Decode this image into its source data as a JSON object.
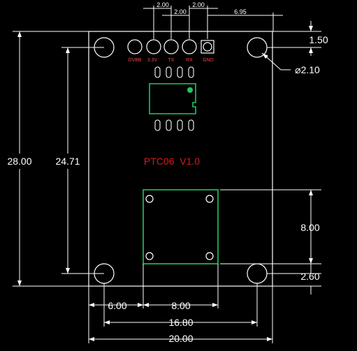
{
  "board": {
    "title": "PTC06  V1.0",
    "pin_labels": [
      "DVBB",
      "3.3V",
      "TX",
      "RX",
      "GND"
    ]
  },
  "dimensions": {
    "pitch_1": "2.00",
    "pitch_2": "2.00",
    "pitch_3": "2.00",
    "pin_to_edge": "6.95",
    "top_offset": "1.50",
    "hole_diameter": "⌀2.10",
    "height_total": "28.00",
    "height_holes": "24.71",
    "sensor_size": "8.00",
    "bottom_offset": "2.60",
    "sensor_left": "6.00",
    "sensor_width": "8.00",
    "hole_spacing": "16.80",
    "width_total": "20.00"
  },
  "colors": {
    "outline": "#ffffff",
    "component": "#22c55e",
    "label": "#ef4444",
    "title": "#d7191c"
  }
}
